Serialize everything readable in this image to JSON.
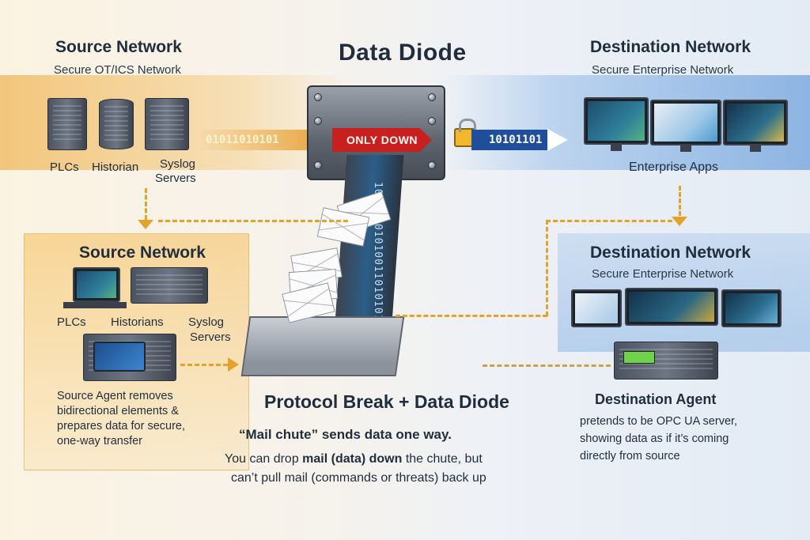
{
  "center": {
    "title": "Data Diode",
    "only_down": "ONLY DOWN",
    "bits_in": "01011010101",
    "bits_out": "10101101",
    "protocol_title": "Protocol Break + Data Diode",
    "mail_line": "“Mail chute” sends data one way.",
    "line2_pre": "You can drop ",
    "line2_bold": "mail (data) down",
    "line2_post": " the chute, but",
    "line3": "can’t pull mail (commands or threats) back up"
  },
  "source_top": {
    "title": "Source Network",
    "subtitle": "Secure OT/ICS Network",
    "labels": [
      "PLCs",
      "Historian",
      "Syslog",
      "Servers"
    ]
  },
  "destination_top": {
    "title": "Destination Network",
    "subtitle": "Secure Enterprise Network",
    "label": "Enterprise Apps"
  },
  "source_panel": {
    "title": "Source Network",
    "labels": [
      "PLCs",
      "Historians",
      "Syslog",
      "Servers"
    ],
    "desc_lines": [
      "Source Agent removes",
      "bidirectional elements &",
      "prepares data for secure,",
      "one-way transfer"
    ]
  },
  "destination_panel": {
    "title": "Destination Network",
    "subtitle": "Secure Enterprise Network",
    "agent_title": "Destination Agent",
    "desc_lines": [
      "pretends to be OPC UA server,",
      "showing data as if it’s coming",
      "directly from source"
    ]
  },
  "colors": {
    "source_accent": "#e3a22b",
    "destination_accent": "#1f4f9a",
    "only_down": "#c8201e"
  }
}
